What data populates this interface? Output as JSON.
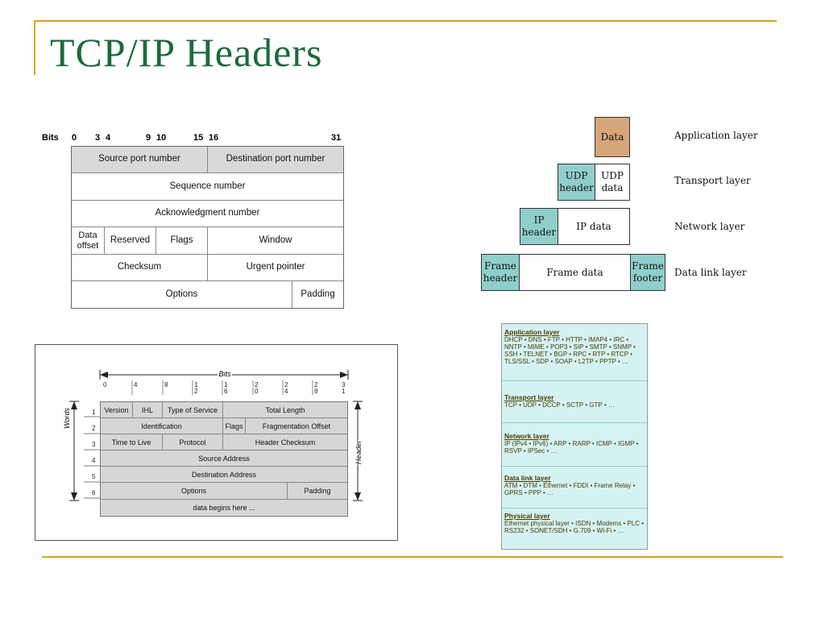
{
  "slide": {
    "title": "TCP/IP Headers",
    "accent_color": "#d9a520",
    "title_color": "#1b6b3a"
  },
  "tcp_header": {
    "bits_label": "Bits",
    "bit_ticks": [
      "0",
      "3",
      "4",
      "9",
      "10",
      "15",
      "16",
      "31"
    ],
    "source_port": "Source port number",
    "destination_port": "Destination port number",
    "sequence": "Sequence number",
    "acknowledgment": "Acknowledgment number",
    "data_offset": "Data offset",
    "reserved": "Reserved",
    "flags": "Flags",
    "window": "Window",
    "checksum": "Checksum",
    "urgent": "Urgent pointer",
    "options": "Options",
    "padding": "Padding"
  },
  "ip_header": {
    "bits_label": "Bits",
    "words_label": "Words",
    "header_label": "Header",
    "bit_ticks": [
      {
        "top": "",
        "bottom": "0"
      },
      {
        "top": "",
        "bottom": "4"
      },
      {
        "top": "",
        "bottom": "8"
      },
      {
        "top": "1",
        "bottom": "2"
      },
      {
        "top": "1",
        "bottom": "6"
      },
      {
        "top": "2",
        "bottom": "0"
      },
      {
        "top": "2",
        "bottom": "4"
      },
      {
        "top": "2",
        "bottom": "8"
      },
      {
        "top": "3",
        "bottom": "1"
      }
    ],
    "word_numbers": [
      "1",
      "2",
      "3",
      "4",
      "5",
      "6"
    ],
    "version": "Version",
    "ihl": "IHL",
    "tos": "Type of Service",
    "total_length": "Total Length",
    "identification": "Identification",
    "flags": "Flags",
    "frag_offset": "Fragmentation Offset",
    "ttl": "Time to Live",
    "protocol": "Protocol",
    "header_checksum": "Header Checksum",
    "source": "Source Address",
    "destination": "Destination Address",
    "options": "Options",
    "padding": "Padding",
    "data": "data begins here ..."
  },
  "encapsulation": {
    "data": "Data",
    "udp_header": "UDP header",
    "udp_data": "UDP data",
    "ip_header": "IP header",
    "ip_data": "IP data",
    "frame_header": "Frame header",
    "frame_data": "Frame data",
    "frame_footer": "Frame footer",
    "layers": [
      "Application layer",
      "Transport layer",
      "Network layer",
      "Data link layer"
    ],
    "colors": {
      "teal": "#8fcfcb",
      "tan": "#d6a57a"
    }
  },
  "protocols": {
    "sections": [
      {
        "heading": "Application layer",
        "text": "DHCP • DNS • FTP • HTTP • IMAP4 • IRC • NNTP • MIME • POP3 • SIP • SMTP • SNMP • SSH • TELNET • BGP • RPC • RTP • RTCP • TLS/SSL • SDP • SOAP • L2TP • PPTP • …"
      },
      {
        "heading": "Transport layer",
        "text": "TCP • UDP • DCCP • SCTP • GTP • …"
      },
      {
        "heading": "Network layer",
        "text": "IP (IPv4 • IPv6) • ARP • RARP • ICMP • IGMP • RSVP • IPSec • …"
      },
      {
        "heading": "Data link layer",
        "text": "ATM • DTM • Ethernet • FDDI • Frame Relay • GPRS • PPP • …"
      },
      {
        "heading": "Physical layer",
        "text": "Ethernet physical layer • ISDN • Modems • PLC • RS232 • SONET/SDH • G.709 • Wi-Fi • …"
      }
    ]
  }
}
